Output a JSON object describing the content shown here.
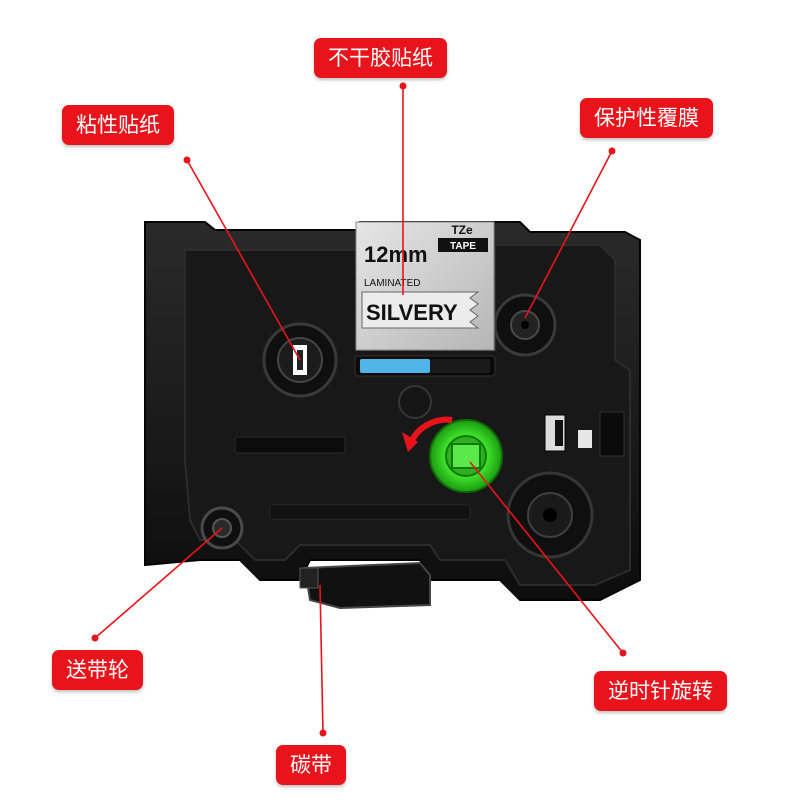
{
  "callouts": {
    "non_adhesive": "不干胶贴纸",
    "adhesive": "粘性贴纸",
    "protective_film": "保护性覆膜",
    "feed_wheel": "送带轮",
    "ribbon": "碳带",
    "counterclockwise": "逆时针旋转"
  },
  "tape_label": {
    "model": "TZe",
    "tape_word": "TAPE",
    "width": "12mm",
    "laminated": "LAMINATED",
    "color_name": "SILVERY"
  },
  "colors": {
    "callout_bg": "#e8131b",
    "leader_line": "#e8131b",
    "cassette_body": "#141414",
    "label_silver": "#c9c9c9",
    "tape_blue": "#4fb4e8",
    "green_spool": "#3ee02a"
  }
}
